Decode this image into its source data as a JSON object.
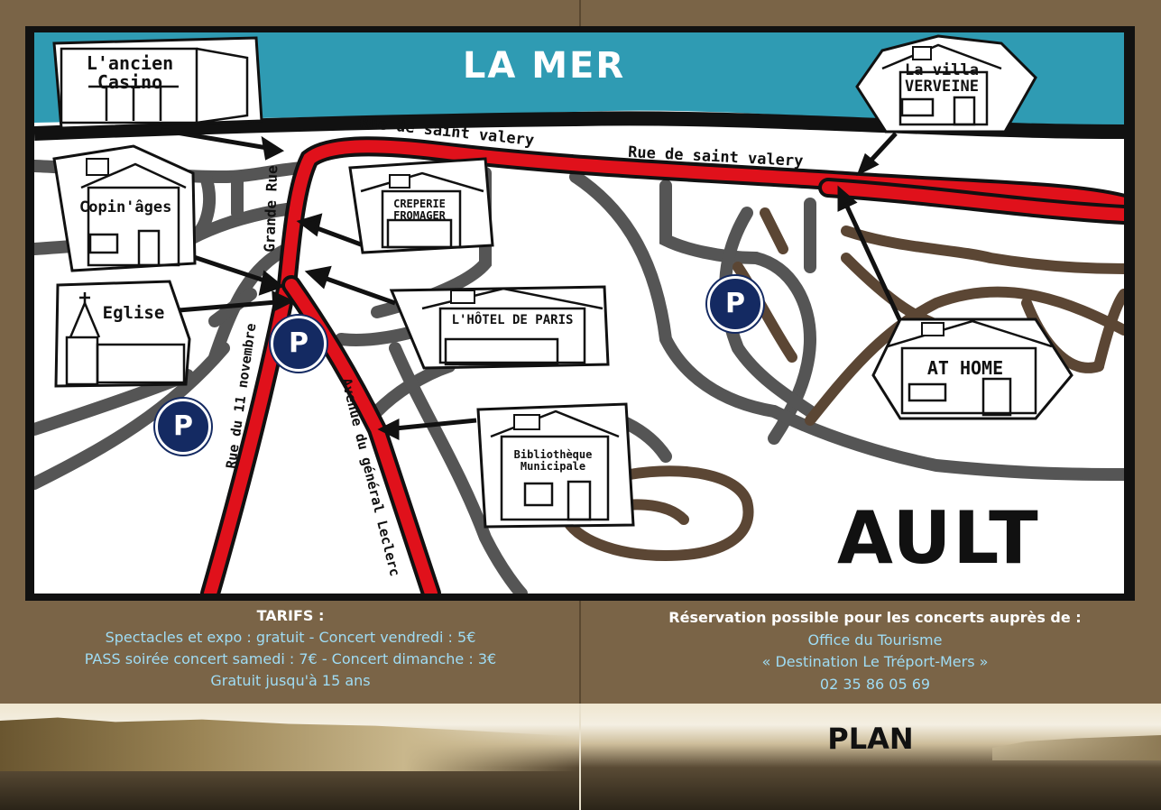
{
  "map": {
    "sea_label": "LA MER",
    "town_name": "AULT",
    "streets": {
      "rue_saint_valery_1": "Rue de saint valery",
      "rue_saint_valery_2": "Rue de saint valery",
      "grande_rue": "Grande Rue",
      "rue_11_novembre": "Rue du 11 novembre",
      "avenue_leclerc": "Avenue du général Leclerc"
    },
    "buildings": {
      "ancien_casino": "L'ancien Casino",
      "villa_verveine": "La villa VERVEINE",
      "copinages": "Copin'âges",
      "creperie": "CREPERIE FROMAGER",
      "eglise": "Eglise",
      "hotel_paris": "L'HÔTEL DE PARIS",
      "at_home": "AT HOME",
      "bibliotheque": "Bibliothèque Municipale"
    },
    "parking_label": "P",
    "colors": {
      "sea": "#2f9bb3",
      "main_road": "#e0111b",
      "road": "#555555",
      "brown_road": "#5b4634",
      "parking": "#142a62"
    }
  },
  "tarifs": {
    "heading": "TARIFS :",
    "lines": [
      "Spectacles et expo : gratuit - Concert vendredi : 5€",
      "PASS soirée concert samedi : 7€ - Concert dimanche : 3€",
      "Gratuit jusqu'à 15 ans"
    ]
  },
  "reservation": {
    "heading": "Réservation possible pour les concerts auprès de :",
    "lines": [
      "Office du Tourisme",
      "« Destination Le Tréport-Mers »",
      "02 35 86 05 69"
    ]
  },
  "footer": {
    "plan_label": "PLAN"
  }
}
